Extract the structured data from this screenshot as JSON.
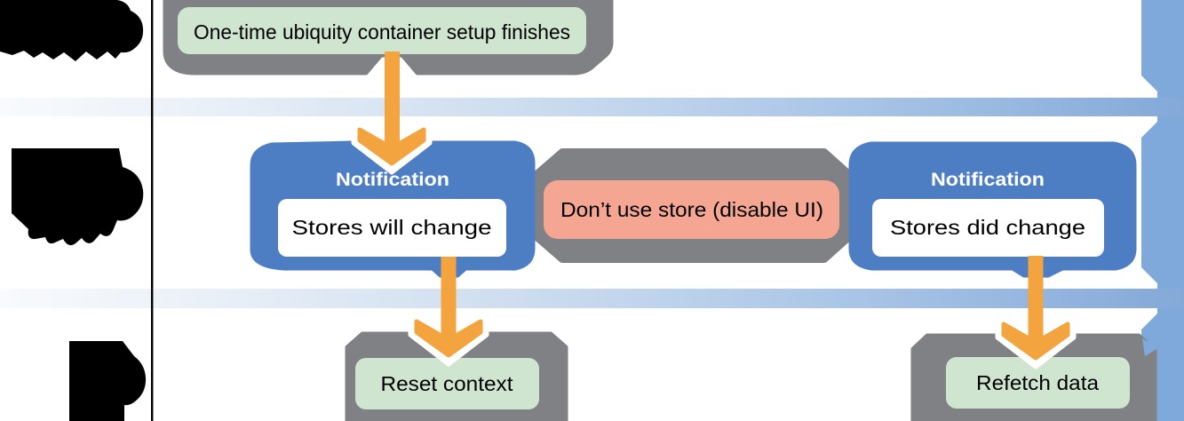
{
  "figure": {
    "kind": "flow-diagram",
    "description_rows": [
      {
        "name": "row-label-top",
        "state": "redacted"
      },
      {
        "name": "row-label-middle",
        "state": "redacted"
      },
      {
        "name": "row-label-bottom",
        "state": "redacted"
      }
    ]
  },
  "nodes": {
    "setup": {
      "label": "One-time ubiquity container setup finishes"
    },
    "notification_will": {
      "title": "Notification",
      "label": "Stores will change"
    },
    "disable_ui": {
      "label": "Don’t use store (disable UI)"
    },
    "notification_did": {
      "title": "Notification",
      "label": "Stores did change"
    },
    "reset_context": {
      "label": "Reset context"
    },
    "refetch_data": {
      "label": "Refetch data"
    }
  },
  "colors": {
    "container_gray": "#808184",
    "action_green": "#cfe5d0",
    "notification_blue": "#4d7ec4",
    "warning_salmon": "#f5a692",
    "arrow_orange": "#f3a43e",
    "timeline_blue": "#7fa8db",
    "band_start": "#f8fafd",
    "band_mid": "#ccdcef",
    "band_end": "#84a9d8",
    "inner_white": "#ffffff",
    "text_black": "#000000",
    "redaction_black": "#000000"
  }
}
